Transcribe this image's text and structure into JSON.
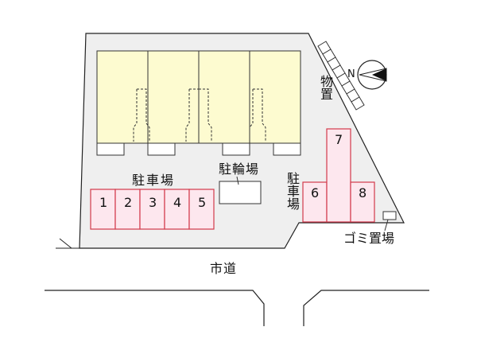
{
  "colors": {
    "lot_fill": "#efefef",
    "building_fill": "#fdfbd0",
    "parking_fill": "#fde7ee",
    "parking_stroke": "#d23a4a",
    "line": "#222222"
  },
  "labels": {
    "parking_main": "駐車場",
    "bicycle_parking": "駐輪場",
    "parking_side": "駐車場",
    "storage": "物置",
    "garbage": "ゴミ置場",
    "road": "市道",
    "compass_n": "N"
  },
  "parking_spaces": [
    "1",
    "2",
    "3",
    "4",
    "5",
    "6",
    "7",
    "8"
  ],
  "icons": {
    "compass": "north-arrow-icon"
  }
}
